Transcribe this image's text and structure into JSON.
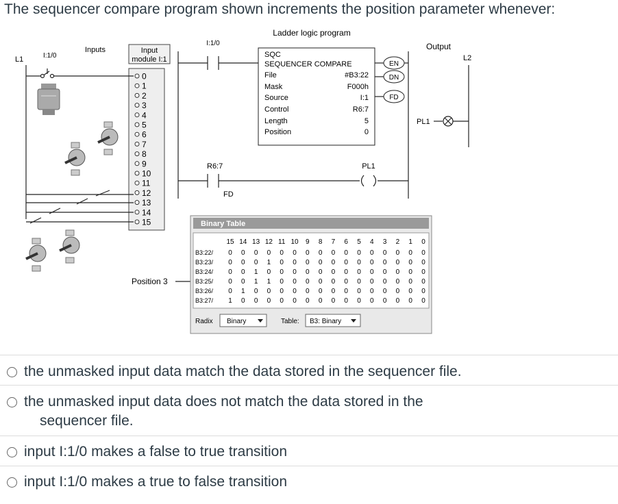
{
  "question": {
    "text": "The sequencer compare program shown increments the position parameter whenever:"
  },
  "figure": {
    "program_title": "Ladder logic program",
    "rail_left": "L1",
    "rail_right": "L2",
    "input_address": "I:1/0",
    "inputs_heading": "Inputs",
    "module_line1": "Input",
    "module_line2": "module I:1",
    "terminals": [
      "0",
      "1",
      "2",
      "3",
      "4",
      "5",
      "6",
      "7",
      "8",
      "9",
      "10",
      "11",
      "12",
      "13",
      "14",
      "15"
    ],
    "contact_address": "I:1/0",
    "sqc": {
      "title": "SQC",
      "name": "SEQUENCER COMPARE",
      "params": [
        {
          "label": "File",
          "value": "#B3:22"
        },
        {
          "label": "Mask",
          "value": "F000h"
        },
        {
          "label": "Source",
          "value": "I:1"
        },
        {
          "label": "Control",
          "value": "R6:7"
        },
        {
          "label": "Length",
          "value": "5"
        },
        {
          "label": "Position",
          "value": "0"
        }
      ],
      "outputs": [
        "EN",
        "DN",
        "FD"
      ]
    },
    "output_heading": "Output",
    "pilot_label": "PL1",
    "rung2_contact": "R6:7",
    "rung2_bit": "FD",
    "rung2_coil": "PL1",
    "position_label": "Position 3",
    "table": {
      "title": "Binary Table",
      "bit_headers": [
        "15",
        "14",
        "13",
        "12",
        "11",
        "10",
        "9",
        "8",
        "7",
        "6",
        "5",
        "4",
        "3",
        "2",
        "1",
        "0"
      ],
      "rows": [
        {
          "label": "B3:22/",
          "bits": [
            "0",
            "0",
            "0",
            "0",
            "0",
            "0",
            "0",
            "0",
            "0",
            "0",
            "0",
            "0",
            "0",
            "0",
            "0",
            "0"
          ]
        },
        {
          "label": "B3:23/",
          "bits": [
            "0",
            "0",
            "0",
            "1",
            "0",
            "0",
            "0",
            "0",
            "0",
            "0",
            "0",
            "0",
            "0",
            "0",
            "0",
            "0"
          ]
        },
        {
          "label": "B3:24/",
          "bits": [
            "0",
            "0",
            "1",
            "0",
            "0",
            "0",
            "0",
            "0",
            "0",
            "0",
            "0",
            "0",
            "0",
            "0",
            "0",
            "0"
          ]
        },
        {
          "label": "B3:25/",
          "bits": [
            "0",
            "0",
            "1",
            "1",
            "0",
            "0",
            "0",
            "0",
            "0",
            "0",
            "0",
            "0",
            "0",
            "0",
            "0",
            "0"
          ]
        },
        {
          "label": "B3:26/",
          "bits": [
            "0",
            "1",
            "0",
            "0",
            "0",
            "0",
            "0",
            "0",
            "0",
            "0",
            "0",
            "0",
            "0",
            "0",
            "0",
            "0"
          ]
        },
        {
          "label": "B3:27/",
          "bits": [
            "1",
            "0",
            "0",
            "0",
            "0",
            "0",
            "0",
            "0",
            "0",
            "0",
            "0",
            "0",
            "0",
            "0",
            "0",
            "0"
          ]
        }
      ],
      "radix_label": "Radix",
      "radix_value": "Binary",
      "table_label": "Table:",
      "table_value": "B3: Binary"
    }
  },
  "choices": [
    {
      "line1": "the unmasked input data match the data stored in the sequencer file.",
      "line2": ""
    },
    {
      "line1": "the unmasked input data does not match the data stored in the",
      "line2": "sequencer file."
    },
    {
      "line1": "input I:1/0 makes a false to true transition",
      "line2": ""
    },
    {
      "line1": "input I:1/0 makes a true to false transition",
      "line2": ""
    }
  ]
}
